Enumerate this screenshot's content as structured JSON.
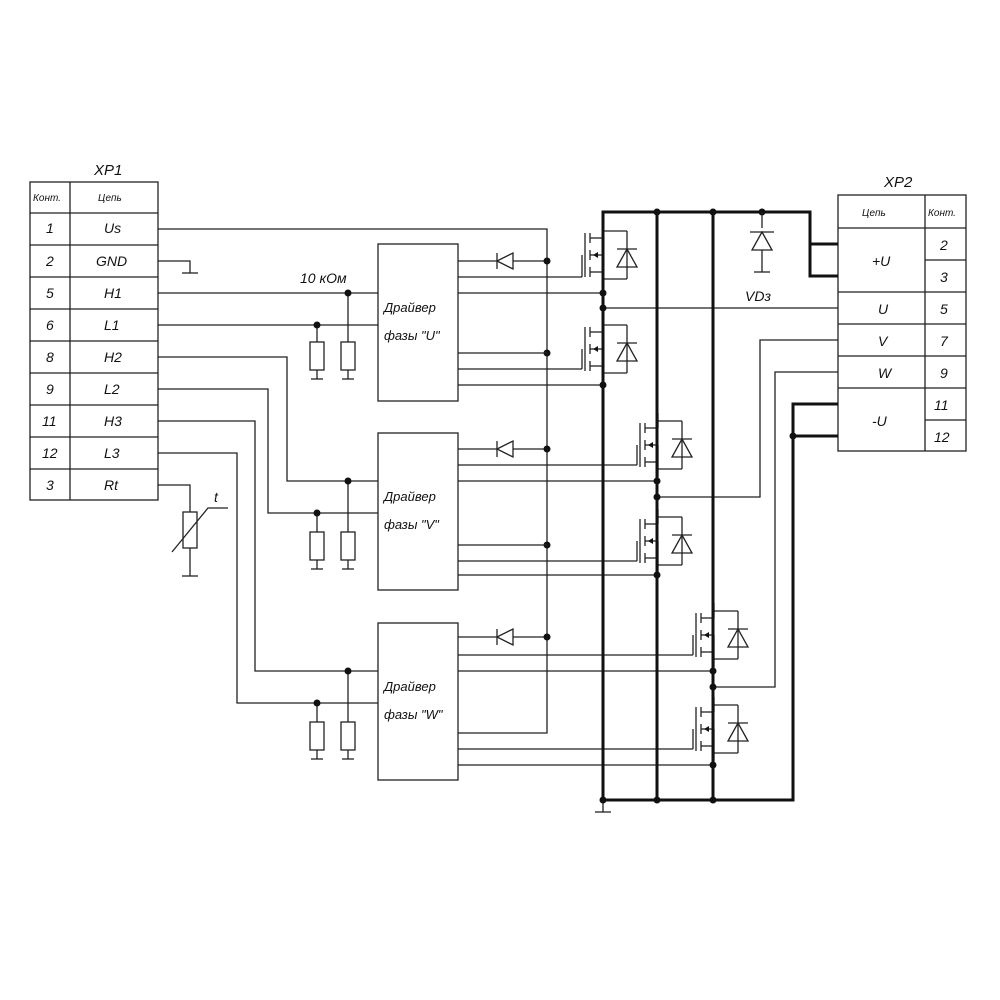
{
  "xp1": {
    "title": "XP1",
    "col_contact": "Конт.",
    "col_circuit": "Цепь",
    "rows": [
      {
        "pin": "1",
        "net": "Us"
      },
      {
        "pin": "2",
        "net": "GND"
      },
      {
        "pin": "5",
        "net": "H1"
      },
      {
        "pin": "6",
        "net": "L1"
      },
      {
        "pin": "8",
        "net": "H2"
      },
      {
        "pin": "9",
        "net": "L2"
      },
      {
        "pin": "11",
        "net": "H3"
      },
      {
        "pin": "12",
        "net": "L3"
      },
      {
        "pin": "3",
        "net": "Rt"
      }
    ]
  },
  "xp2": {
    "title": "XP2",
    "col_circuit": "Цепь",
    "col_contact": "Конт.",
    "rows": [
      {
        "net": "+U",
        "pins": [
          "2",
          "3"
        ]
      },
      {
        "net": "U",
        "pins": [
          "5"
        ]
      },
      {
        "net": "V",
        "pins": [
          "7"
        ]
      },
      {
        "net": "W",
        "pins": [
          "9"
        ]
      },
      {
        "net": "-U",
        "pins": [
          "11",
          "12"
        ]
      }
    ]
  },
  "labels": {
    "resistor_value": "10 кОм",
    "thermistor": "t",
    "diode_vd": "VDз"
  },
  "drivers": [
    {
      "line1": "Драйвер",
      "line2": "фазы \"U\""
    },
    {
      "line1": "Драйвер",
      "line2": "фазы \"V\""
    },
    {
      "line1": "Драйвер",
      "line2": "фазы \"W\""
    }
  ]
}
